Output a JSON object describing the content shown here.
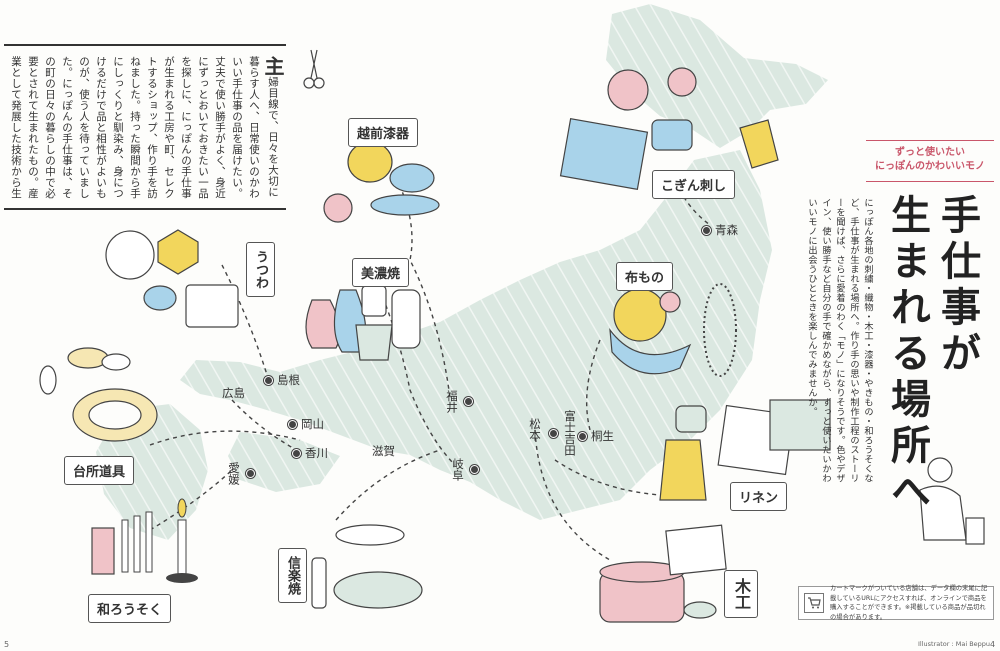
{
  "essay": {
    "drop_cap": "主",
    "text": "婦目線で、日々を大切に暮らす人へ、日常使いのかわいい手仕事の品を届けたい。丈夫で使い勝手がよく、身近にずっとおいておきたい一品を探しに、にっぽんの手仕事が生まれる工房や町、セレクトするショップ、作り手を訪ねました。持った瞬間から手にしっくりと馴染み、身につけるだけで品と相性がよいものが、使う人を待っていました。にっぽんの手仕事は、その町の日々の暮らしの中で必要とされて生まれたもの。産業として発展した技術から生み出される確かな品質のものに、かわいいデザインを加えて、ずっと使える高品質のもの。工業製品とは違い、ひとつひとつ表情が違う手仕事の品には、作り手の想いが込められています。にっぽんの手仕事に出会える喜びがあるのも魅力です。おうち時間が続くいまだから、日々の暮らしを大切にし、心地よい時間を過ごすため、この秋はにっぽんのかわいいモノが生まれる場所へ、オンラインで取り寄せて、使い心地を試したり、その町や作り手の雰囲気を感じ取り、旅した気分になるのもいいですね。"
  },
  "crafts": [
    {
      "name": "越前漆器"
    },
    {
      "name": "美濃焼"
    },
    {
      "name": "うつわ"
    },
    {
      "name": "台所道具"
    },
    {
      "name": "和ろうそく"
    },
    {
      "name": "信楽焼"
    },
    {
      "name": "こぎん刺し"
    },
    {
      "name": "布もの"
    },
    {
      "name": "リネン"
    },
    {
      "name": "木工"
    }
  ],
  "places": [
    {
      "name": "島根"
    },
    {
      "name": "広島"
    },
    {
      "name": "岡山"
    },
    {
      "name": "香川"
    },
    {
      "name": "愛媛"
    },
    {
      "name": "滋賀"
    },
    {
      "name": "福井"
    },
    {
      "name": "岐阜"
    },
    {
      "name": "松本"
    },
    {
      "name": "富士吉田"
    },
    {
      "name": "桐生"
    },
    {
      "name": "青森"
    }
  ],
  "feature": {
    "subtitle_line1": "ずっと使いたい",
    "subtitle_line2": "にっぽんのかわいいモノ",
    "title_line1": "手仕事が",
    "title_line2": "生まれる場所へ",
    "lead": "にっぽん各地の刺繍・織物・木工・漆器・やきもの・和ろうそくなど、手仕事が生まれる場所へ。作り手の思いや制作工程のストーリーを聞けば、さらに愛着のわく「モノ」になりそうです。色やデザイン、使い勝手など自分の手で確かめながら、ずっと使いたいかわいいモノに出会うひとときを楽しんでみませんか。"
  },
  "note": {
    "icon": "cart-icon",
    "text": "カートマークがついている店舗は、データ欄の末尾に記載しているURLにアクセスすれば、オンラインで商品を購入することができます。※掲載している商品が品切れの場合があります。"
  },
  "footer": {
    "page_left": "5",
    "page_right": "4",
    "credit": "Illustrator : Mai Beppu"
  },
  "colors": {
    "map": "#dbe8e1",
    "map_stripe": "#ffffff",
    "accent_pink": "#f0c3c8",
    "accent_yellow": "#f2d65c",
    "accent_blue": "#a9d3ea"
  }
}
